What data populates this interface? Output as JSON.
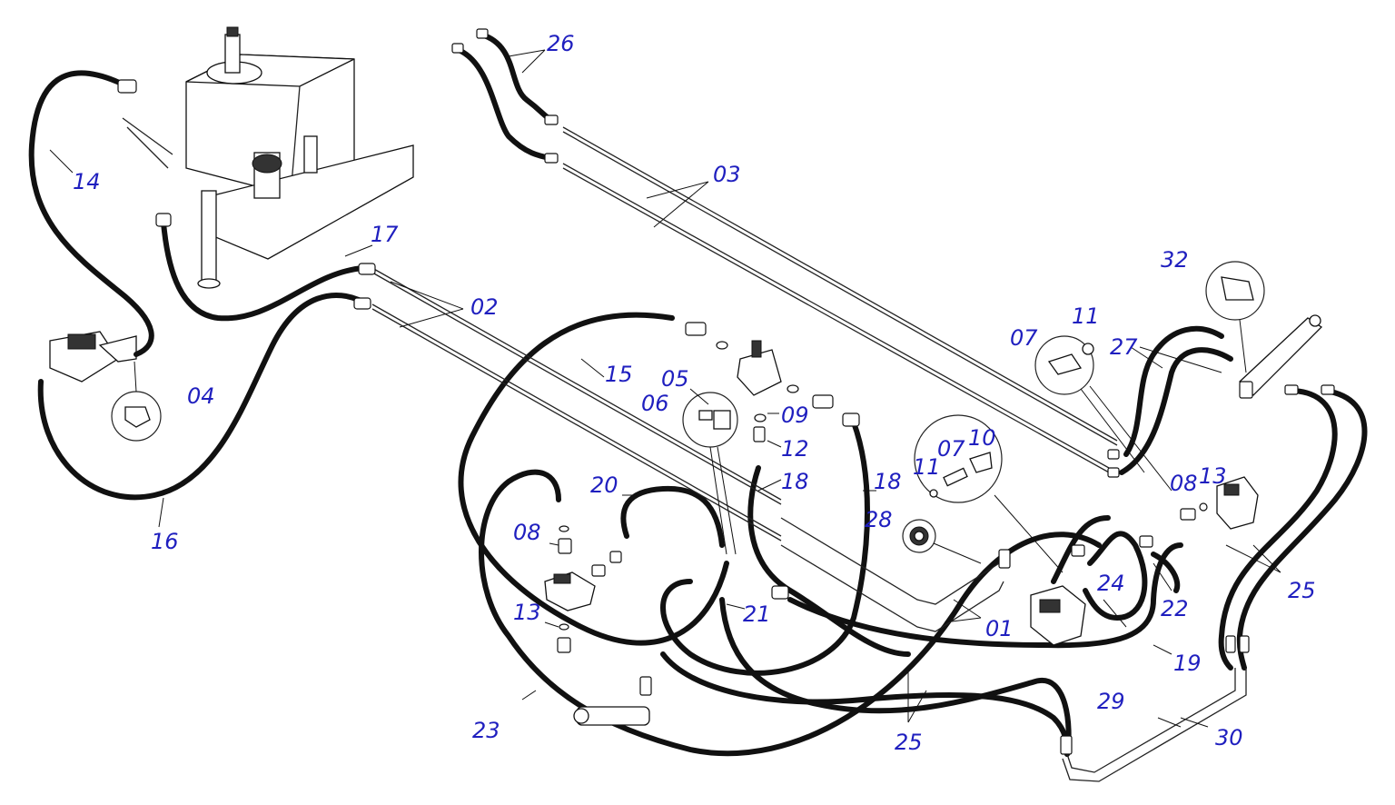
{
  "diagram": {
    "labels": {
      "l01": "01",
      "l02": "02",
      "l03": "03",
      "l04": "04",
      "l05": "05",
      "l06": "06",
      "l07a": "07",
      "l07b": "07",
      "l08a": "08",
      "l08b": "08",
      "l09": "09",
      "l10": "10",
      "l11a": "11",
      "l11b": "11",
      "l12": "12",
      "l13a": "13",
      "l13b": "13",
      "l14": "14",
      "l15": "15",
      "l16": "16",
      "l17": "17",
      "l18a": "18",
      "l18b": "18",
      "l19": "19",
      "l20": "20",
      "l21": "21",
      "l22": "22",
      "l23": "23",
      "l24": "24",
      "l25a": "25",
      "l25b": "25",
      "l26": "26",
      "l27": "27",
      "l28": "28",
      "l29": "29",
      "l30": "30",
      "l32": "32"
    },
    "colors": {
      "label": "#1f1fbf",
      "line": "#111111"
    }
  }
}
